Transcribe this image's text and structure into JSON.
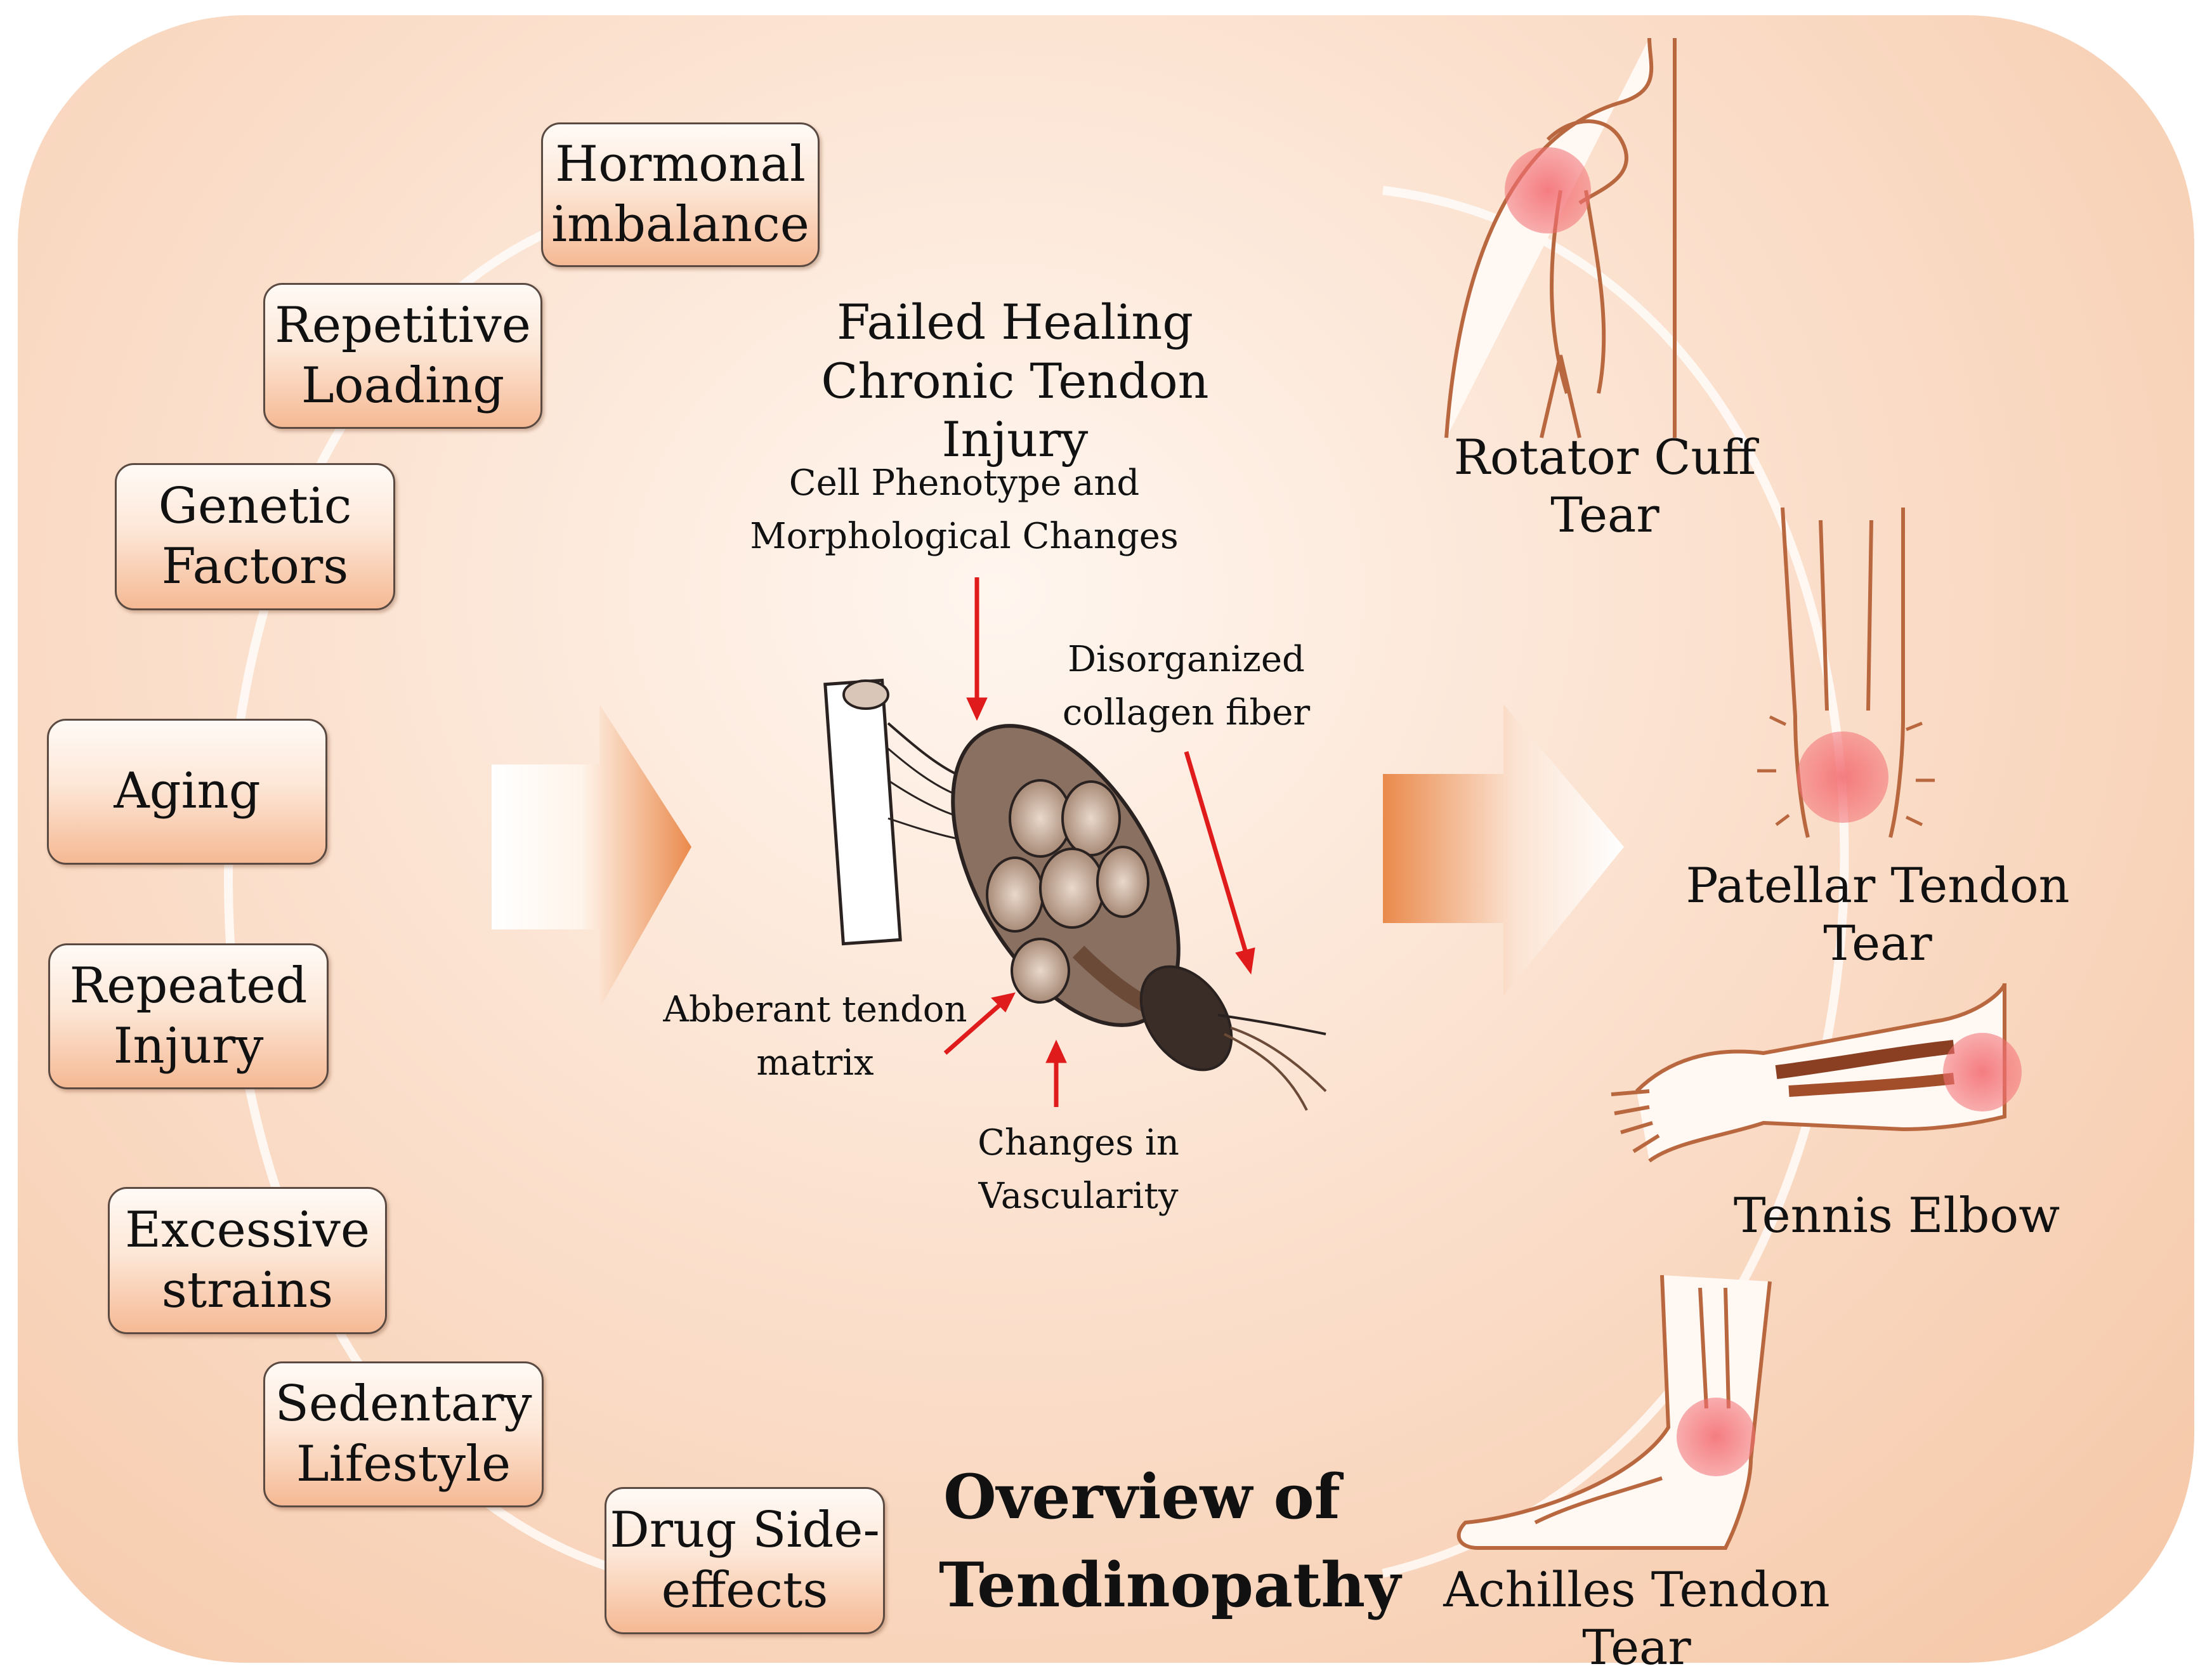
{
  "colors": {
    "background_center": "#fff6ef",
    "background_edge": "#f5c6a5",
    "box_gradient_bottom": "#f5b994",
    "arrow_orange": "#ea8a4c",
    "pointer_red": "#e01b1b",
    "pain_highlight": "#f36f74",
    "anatomy_outline": "#b8673f"
  },
  "risk_factors": [
    {
      "label": "Hormonal\nimbalance"
    },
    {
      "label": "Repetitive\nLoading"
    },
    {
      "label": "Genetic\nFactors"
    },
    {
      "label": "Aging"
    },
    {
      "label": "Repeated\nInjury"
    },
    {
      "label": "Excessive\nstrains"
    },
    {
      "label": "Sedentary\nLifestyle"
    },
    {
      "label": "Drug Side-\neffects"
    }
  ],
  "center": {
    "heading": "Failed Healing\nChronic Tendon Injury",
    "callouts": {
      "cell_phenotype": "Cell Phenotype and\nMorphological Changes",
      "collagen": "Disorganized\ncollagen fiber",
      "matrix": "Abberant tendon\nmatrix",
      "vascularity": "Changes in\nVascularity"
    }
  },
  "conditions": [
    {
      "label": "Rotator Cuff Tear",
      "icon": "shoulder-icon"
    },
    {
      "label": "Patellar Tendon Tear",
      "icon": "knee-icon"
    },
    {
      "label": "Tennis Elbow",
      "icon": "elbow-icon"
    },
    {
      "label": "Achilles Tendon Tear",
      "icon": "ankle-foot-icon"
    }
  ],
  "title": "Overview of\nTendinopathy"
}
